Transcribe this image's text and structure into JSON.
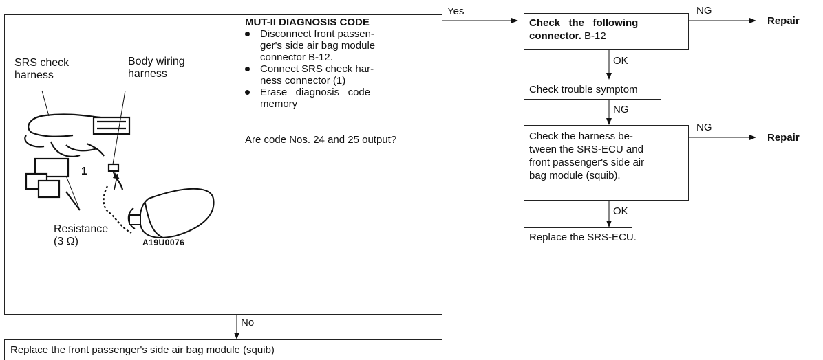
{
  "figure": {
    "labels": {
      "srs_check_harness": [
        "SRS check",
        "harness"
      ],
      "body_wiring_harness": [
        "Body wiring",
        "harness"
      ],
      "resistance": [
        "Resistance",
        "(3 Ω)"
      ],
      "number": "1",
      "figure_id": "A19U0076"
    }
  },
  "diagnosis": {
    "title": "MUT-II DIAGNOSIS CODE",
    "steps": [
      [
        "Disconnect front passen-",
        "ger's side air bag module",
        "connector B-12."
      ],
      [
        "Connect SRS check har-",
        "ness connector (1)"
      ],
      [
        "Erase   diagnosis   code",
        "memory"
      ]
    ],
    "question": "Are code Nos. 24 and 25 output?"
  },
  "flow": {
    "yes_label": "Yes",
    "no_label": "No",
    "box_connector": {
      "line1": "Check   the   following",
      "line2_bold": "connector.",
      "line2_rest": " B-12"
    },
    "ng_label_1": "NG",
    "repair_1": "Repair",
    "ok_label_1": "OK",
    "box_symptom": "Check trouble symptom",
    "ng_label_2": "NG",
    "box_harness": [
      "Check the harness be-",
      "tween the SRS-ECU and",
      "front passenger's side air",
      "bag module (squib)."
    ],
    "ng_label_3": "NG",
    "repair_2": "Repair",
    "ok_label_2": "OK",
    "box_replace_ecu": "Replace the SRS-ECU.",
    "box_replace_module": "Replace the front passenger's side air bag module (squib)"
  }
}
